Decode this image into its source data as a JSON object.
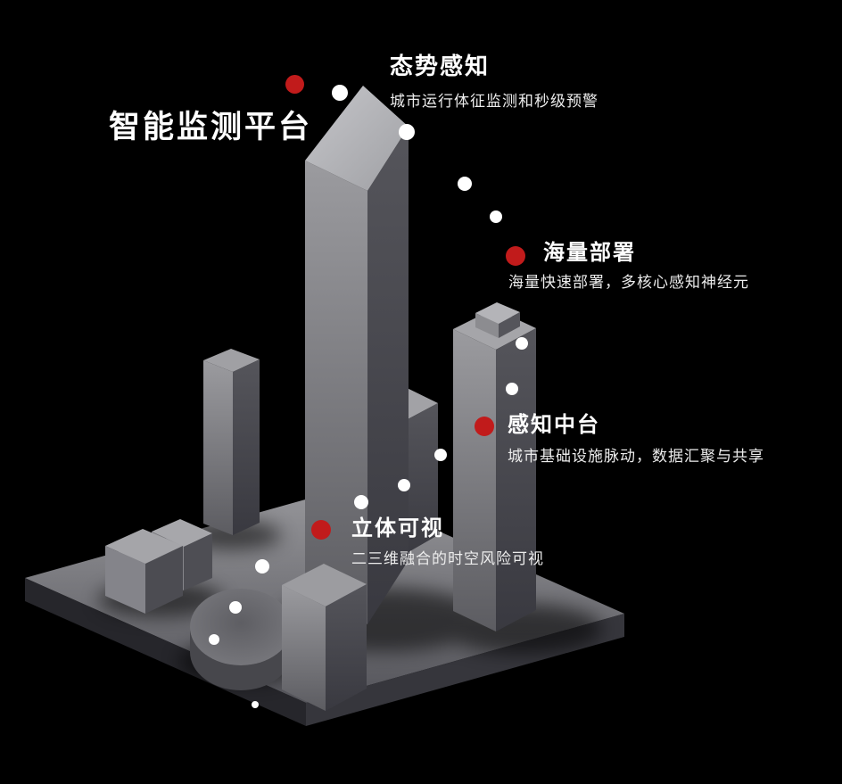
{
  "title": "智能监测平台",
  "features": [
    {
      "name": "态势感知",
      "desc": "城市运行体征监测和秒级预警"
    },
    {
      "name": "海量部署",
      "desc": "海量快速部署，多核心感知神经元"
    },
    {
      "name": "感知中台",
      "desc": "城市基础设施脉动，数据汇聚与共享"
    },
    {
      "name": "立体可视",
      "desc": "二三维融合的时空风险可视"
    }
  ],
  "colors": {
    "background": "#000000",
    "marker_red": "#c11b1b",
    "text": "#ffffff"
  }
}
